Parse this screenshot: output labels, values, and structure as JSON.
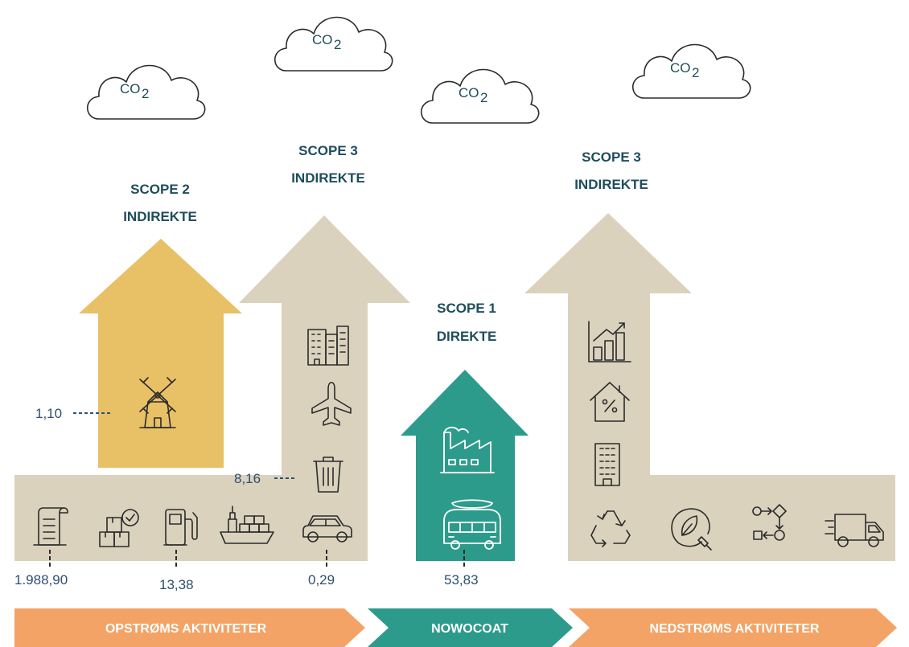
{
  "co2": {
    "label": "CO",
    "subscript": "2"
  },
  "scopes": {
    "scope2": {
      "line1": "SCOPE 2",
      "line2": "INDIREKTE"
    },
    "scope3_up": {
      "line1": "SCOPE 3",
      "line2": "INDIREKTE"
    },
    "scope1": {
      "line1": "SCOPE 1",
      "line2": "DIREKTE"
    },
    "scope3_down": {
      "line1": "SCOPE 3",
      "line2": "INDIREKTE"
    }
  },
  "values": {
    "windmill": "1,10",
    "waste": "8,16",
    "purchased_goods": "1.988,90",
    "fuel": "13,38",
    "car": "0,29",
    "company_vehicles": "53,83"
  },
  "bands": {
    "upstream": "OPSTRØMS AKTIVITETER",
    "company": "NOWOCOAT",
    "downstream": "NEDSTRØMS AKTIVITETER"
  },
  "colors": {
    "beige": "#dbd2be",
    "yellow": "#e8c167",
    "teal": "#2d9b8b",
    "band_orange": "#f3a365",
    "band_teal": "#2d9b8b",
    "text_dark": "#1e4d5c",
    "value_text": "#2f4f6f"
  },
  "icons": [
    "windmill-icon",
    "buildings-icon",
    "airplane-icon",
    "trash-can-icon",
    "invoice-icon",
    "boxes-icon",
    "fuel-pump-icon",
    "cargo-ship-icon",
    "car-icon",
    "factory-icon",
    "van-icon",
    "growth-chart-icon",
    "house-percent-icon",
    "office-building-icon",
    "recycle-icon",
    "leaf-plug-icon",
    "process-flow-icon",
    "delivery-truck-icon"
  ]
}
